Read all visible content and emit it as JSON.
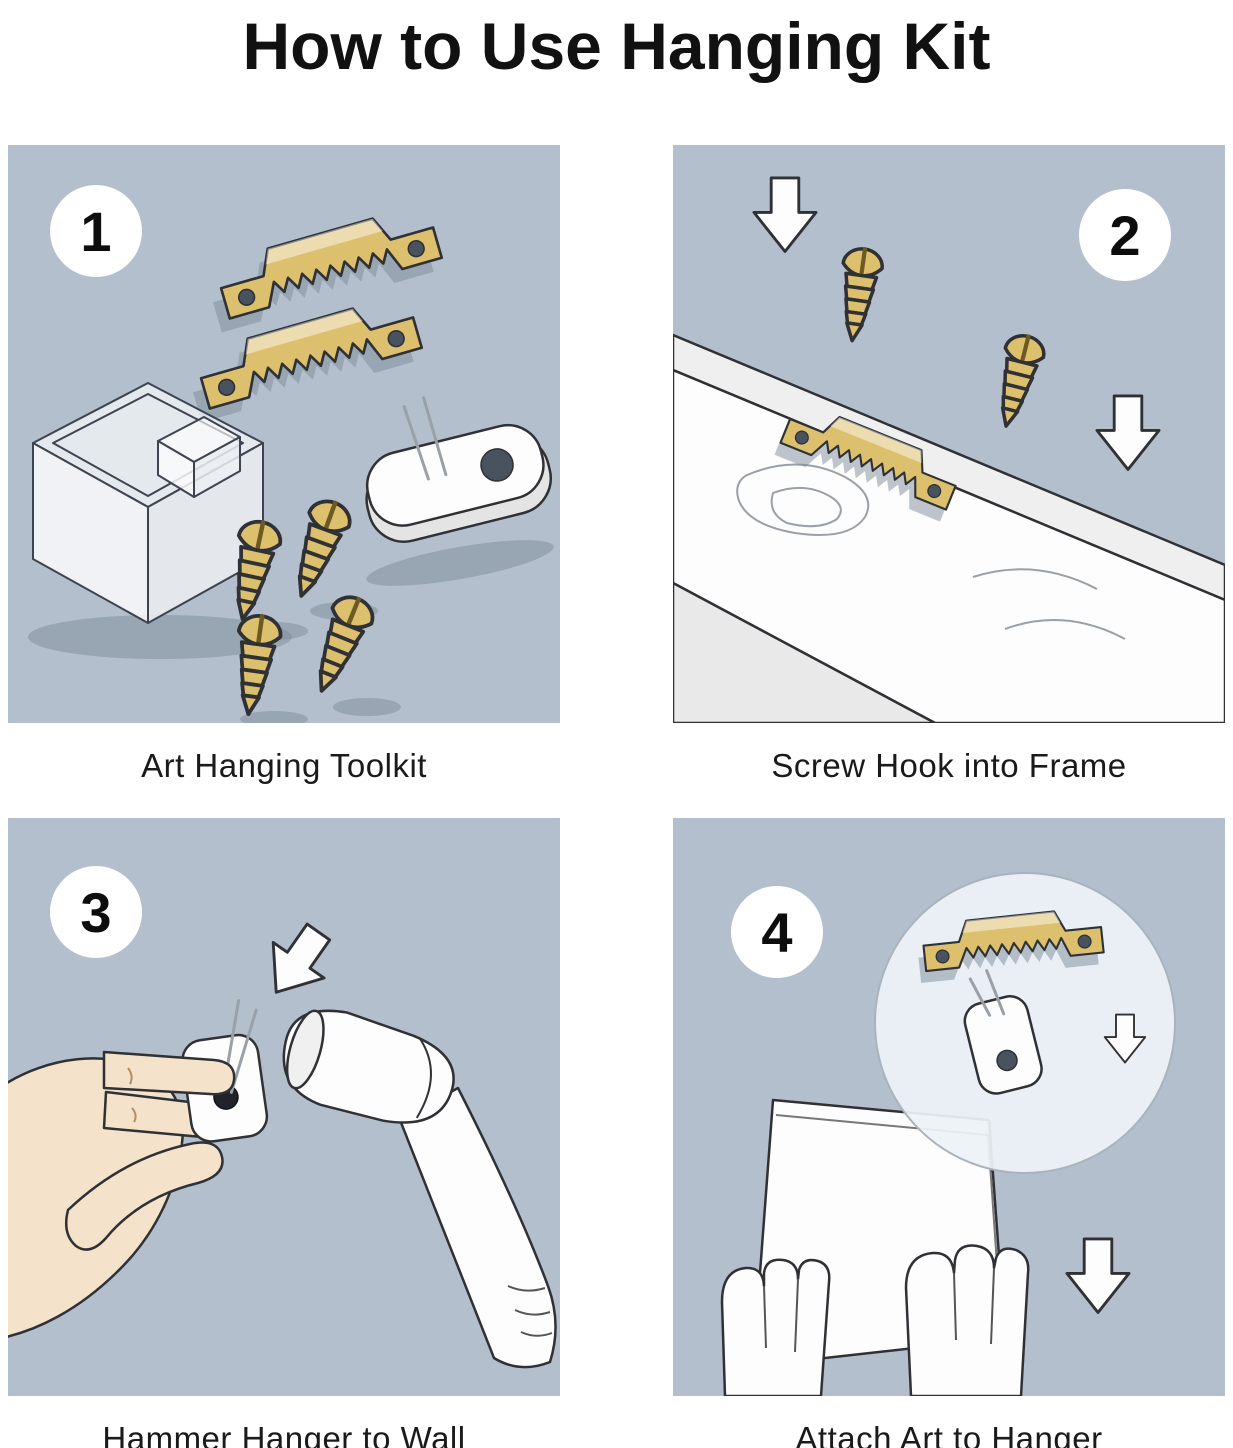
{
  "title": "How to Use Hanging  Kit",
  "panels": [
    {
      "number": "1",
      "caption": "Art Hanging Toolkit"
    },
    {
      "number": "2",
      "caption": "Screw Hook into Frame"
    },
    {
      "number": "3",
      "caption": "Hammer Hanger to Wall"
    },
    {
      "number": "4",
      "caption": "Attach Art to Hanger"
    }
  ],
  "colors": {
    "panel_background": "#b3bfcc",
    "brass": "#dcc06e",
    "outline": "#2f3135",
    "skin": "#f4e2ca",
    "shadow": "#7e8b99",
    "white_part": "#fdfdfd"
  }
}
